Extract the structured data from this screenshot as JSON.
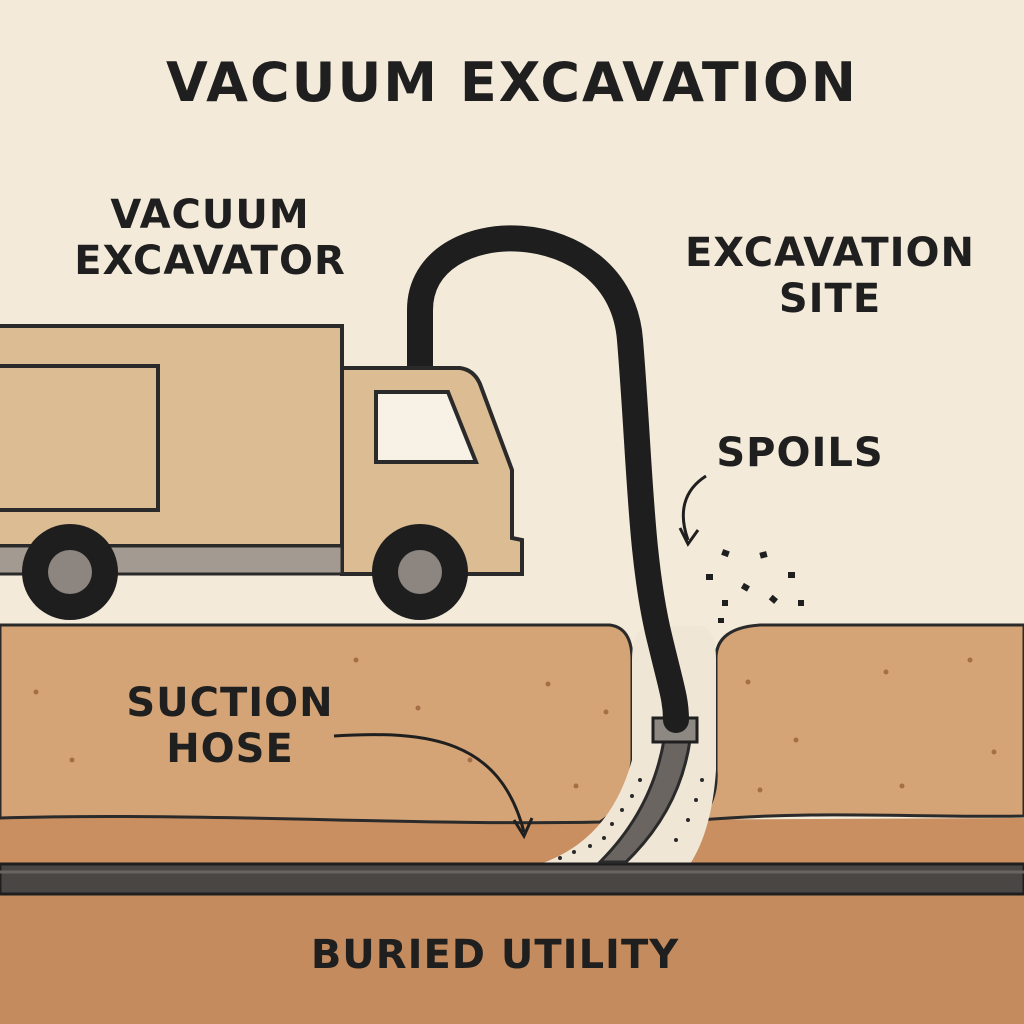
{
  "title": "VACUUM EXCAVATION",
  "labels": {
    "vacuum_excavator": [
      "VACUUM",
      "EXCAVATOR"
    ],
    "excavation_site": [
      "EXCAVATION",
      "SITE"
    ],
    "spoils": "SPOILS",
    "suction_hose": [
      "SUCTION",
      "HOSE"
    ],
    "buried_utility": "BURIED UTILITY"
  },
  "colors": {
    "background": "#f3ead9",
    "truck_body": "#dbbc93",
    "soil_upper": "#d4a477",
    "soil_lower": "#c48b5e",
    "soil_deep": "#c28b5d",
    "utility_pipe": "#4a4644",
    "hose": "#1e1e1e",
    "outline": "#2a2a2a"
  }
}
